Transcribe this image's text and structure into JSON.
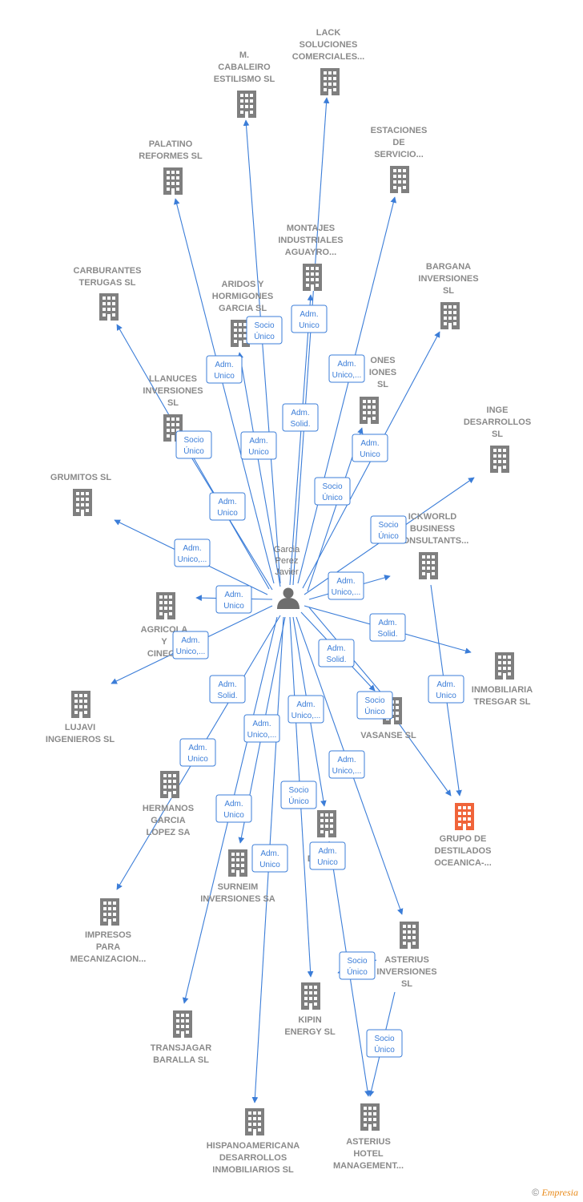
{
  "colors": {
    "edge": "#3b7dd8",
    "building": "#7f7f7f",
    "focus_building": "#f0643a",
    "person": "#6e6e6e"
  },
  "person": {
    "lines": [
      "Garcia",
      "Perez",
      "Javier"
    ],
    "icon": "person-icon"
  },
  "companies": [
    {
      "id": "lack",
      "lines": [
        "LACK",
        "SOLUCIONES",
        "COMERCIALES..."
      ]
    },
    {
      "id": "cabaleiro",
      "lines": [
        "M.",
        "CABALEIRO",
        "ESTILISMO  SL"
      ]
    },
    {
      "id": "estaciones",
      "lines": [
        "ESTACIONES",
        "DE",
        "SERVICIO..."
      ]
    },
    {
      "id": "palatino",
      "lines": [
        "PALATINO",
        "REFORMES  SL"
      ]
    },
    {
      "id": "montajes",
      "lines": [
        "MONTAJES",
        "INDUSTRIALES",
        "AGUAYRO..."
      ]
    },
    {
      "id": "carburantes",
      "lines": [
        "CARBURANTES",
        "TERUGAS  SL"
      ]
    },
    {
      "id": "bargana",
      "lines": [
        "BARGANA",
        "INVERSIONES",
        "SL"
      ]
    },
    {
      "id": "aridos",
      "lines": [
        "ARIDOS Y",
        "HORMIGONES",
        "GARCIA SL"
      ]
    },
    {
      "id": "ones",
      "lines": [
        "ONES",
        "IONES",
        "SL"
      ]
    },
    {
      "id": "llanuces",
      "lines": [
        "LLANUCES",
        "INVERSIONES",
        "SL"
      ]
    },
    {
      "id": "inge",
      "lines": [
        "INGE",
        "DESARROLLOS",
        "SL"
      ]
    },
    {
      "id": "grumitos",
      "lines": [
        "GRUMITOS  SL"
      ]
    },
    {
      "id": "quickworld",
      "lines": [
        "ICKWORLD",
        "BUSINESS",
        "CONSULTANTS..."
      ]
    },
    {
      "id": "agricola",
      "lines": [
        "AGRICOLA",
        "Y",
        "CINEGE"
      ]
    },
    {
      "id": "inmobiliaria",
      "lines": [
        "INMOBILIARIA",
        "TRESGAR SL"
      ]
    },
    {
      "id": "lujavi",
      "lines": [
        "LUJAVI",
        "INGENIEROS SL"
      ]
    },
    {
      "id": "vasanse",
      "lines": [
        "VASANSE SL"
      ]
    },
    {
      "id": "grupo",
      "lines": [
        "GRUPO DE",
        "DESTILADOS",
        "OCEANICA-..."
      ],
      "focus": true
    },
    {
      "id": "hermanos",
      "lines": [
        "HERMANOS",
        "GARCIA",
        "LOPEZ SA"
      ]
    },
    {
      "id": "pe",
      "lines": [
        "PE        S",
        "DE T         SL"
      ]
    },
    {
      "id": "surneim",
      "lines": [
        "SURNEIM",
        "INVERSIONES SA"
      ]
    },
    {
      "id": "impresos",
      "lines": [
        "IMPRESOS",
        "PARA",
        "MECANIZACION..."
      ]
    },
    {
      "id": "asterius_inv",
      "lines": [
        "ASTERIUS",
        "INVERSIONES",
        "SL"
      ]
    },
    {
      "id": "kipin",
      "lines": [
        "KIPIN",
        "ENERGY  SL"
      ]
    },
    {
      "id": "transjagar",
      "lines": [
        "TRANSJAGAR",
        "BARALLA SL"
      ]
    },
    {
      "id": "hispano",
      "lines": [
        "HISPANOAMERICANA",
        "DESARROLLOS",
        "INMOBILIARIOS SL"
      ]
    },
    {
      "id": "asterius_hotel",
      "lines": [
        "ASTERIUS",
        "HOTEL",
        "MANAGEMENT..."
      ]
    }
  ],
  "roles": [
    {
      "lines": [
        "Socio",
        "Único"
      ]
    },
    {
      "lines": [
        "Adm.",
        "Unico"
      ]
    },
    {
      "lines": [
        "Adm.",
        "Unico"
      ]
    },
    {
      "lines": [
        "Adm.",
        "Unico,..."
      ]
    },
    {
      "lines": [
        "Adm.",
        "Solid."
      ]
    },
    {
      "lines": [
        "Socio",
        "Único"
      ]
    },
    {
      "lines": [
        "Adm.",
        "Unico"
      ]
    },
    {
      "lines": [
        "Adm.",
        "Unico"
      ]
    },
    {
      "lines": [
        "Adm.",
        "Unico"
      ]
    },
    {
      "lines": [
        "Socio",
        "Único"
      ]
    },
    {
      "lines": [
        "Socio",
        "Único"
      ]
    },
    {
      "lines": [
        "Adm.",
        "Unico,..."
      ]
    },
    {
      "lines": [
        "Adm.",
        "Unico"
      ]
    },
    {
      "lines": [
        "Adm.",
        "Unico,..."
      ]
    },
    {
      "lines": [
        "Adm.",
        "Solid."
      ]
    },
    {
      "lines": [
        "Adm.",
        "Unico,..."
      ]
    },
    {
      "lines": [
        "Adm.",
        "Solid."
      ]
    },
    {
      "lines": [
        "Adm.",
        "Solid."
      ]
    },
    {
      "lines": [
        "Adm.",
        "Unico"
      ]
    },
    {
      "lines": [
        "Adm.",
        "Unico,..."
      ]
    },
    {
      "lines": [
        "Adm.",
        "Unico,..."
      ]
    },
    {
      "lines": [
        "Socio",
        "Único"
      ]
    },
    {
      "lines": [
        "Adm.",
        "Unico"
      ]
    },
    {
      "lines": [
        "Adm.",
        "Unico,..."
      ]
    },
    {
      "lines": [
        "Adm.",
        "Unico"
      ]
    },
    {
      "lines": [
        "Socio",
        "Único"
      ]
    },
    {
      "lines": [
        "Adm.",
        "Unico"
      ]
    },
    {
      "lines": [
        "Adm.",
        "Unico"
      ]
    },
    {
      "lines": [
        "Socio",
        "Único"
      ]
    },
    {
      "lines": [
        "Socio",
        "Único"
      ]
    }
  ],
  "footer": {
    "copyright_symbol": "©",
    "brand": "Empresia"
  }
}
